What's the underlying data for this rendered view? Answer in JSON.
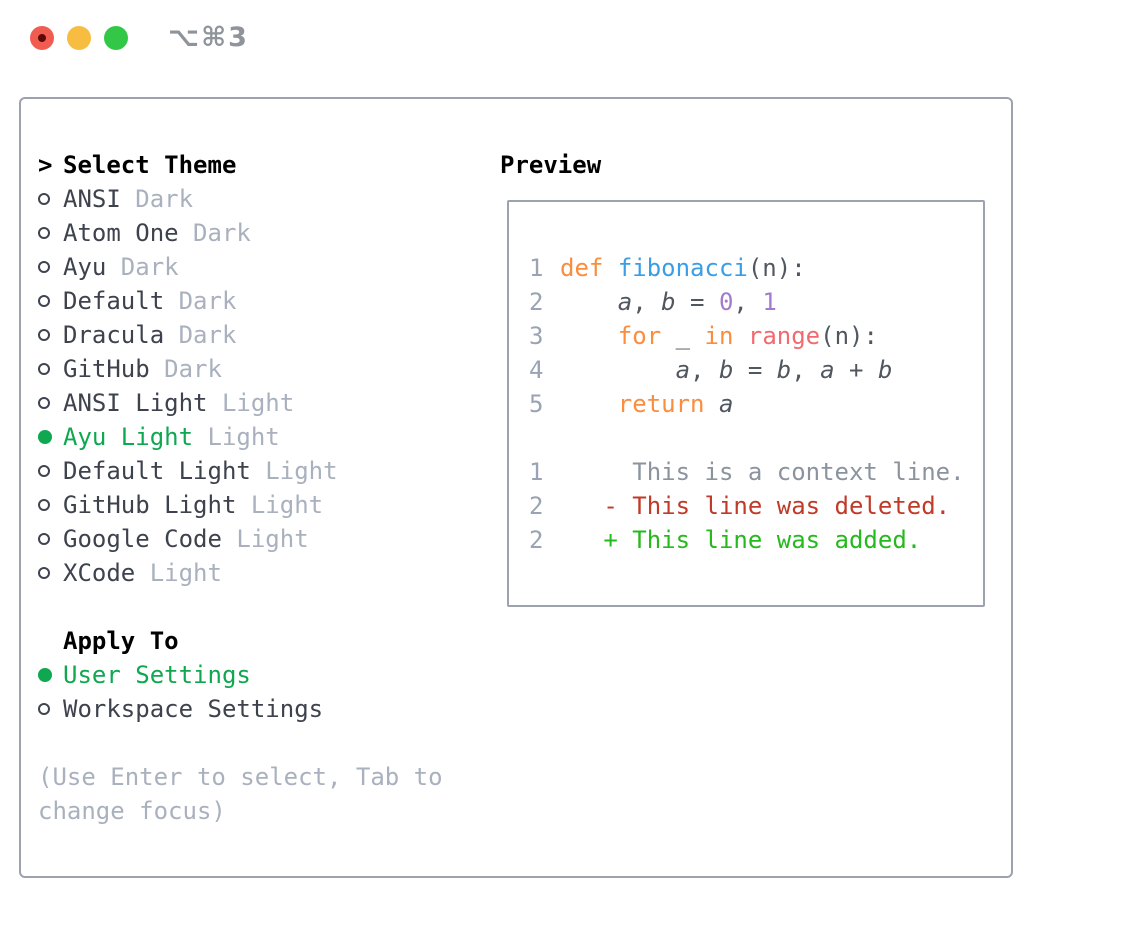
{
  "window": {
    "shortcut": "⌥⌘3",
    "traffic_lights": [
      "close",
      "minimize",
      "zoom"
    ]
  },
  "colors": {
    "panel_border": "#9ca3ae",
    "selected_green": "#0fa850",
    "added_green": "#26b91d",
    "deleted_red": "#c03a28",
    "muted_gray": "#a9b1be",
    "item_text": "#3d424d",
    "keyword_orange": "#fa8d3e",
    "function_blue": "#399ee6",
    "builtin_red": "#f2696f",
    "number_purple": "#a37acc",
    "traffic_red": "#f15c50",
    "traffic_yellow": "#f7bd40",
    "traffic_green": "#33c748"
  },
  "picker": {
    "header_prefix": ">",
    "header_label": "Select Theme",
    "items": [
      {
        "name": "ANSI",
        "variant": "Dark",
        "selected": false
      },
      {
        "name": "Atom One",
        "variant": "Dark",
        "selected": false
      },
      {
        "name": "Ayu",
        "variant": "Dark",
        "selected": false
      },
      {
        "name": "Default",
        "variant": "Dark",
        "selected": false
      },
      {
        "name": "Dracula",
        "variant": "Dark",
        "selected": false
      },
      {
        "name": "GitHub",
        "variant": "Dark",
        "selected": false
      },
      {
        "name": "ANSI Light",
        "variant": "Light",
        "selected": false
      },
      {
        "name": "Ayu Light",
        "variant": "Light",
        "selected": true
      },
      {
        "name": "Default Light",
        "variant": "Light",
        "selected": false
      },
      {
        "name": "GitHub Light",
        "variant": "Light",
        "selected": false
      },
      {
        "name": "Google Code",
        "variant": "Light",
        "selected": false
      },
      {
        "name": "XCode",
        "variant": "Light",
        "selected": false
      }
    ],
    "apply_to": {
      "label": "Apply To",
      "options": [
        {
          "label": "User Settings",
          "selected": true
        },
        {
          "label": "Workspace Settings",
          "selected": false
        }
      ]
    },
    "hint": "(Use Enter to select, Tab to change focus)"
  },
  "preview": {
    "label": "Preview",
    "code_lines": [
      {
        "no": "1",
        "tokens": [
          {
            "text": "def",
            "type": "keyword"
          },
          {
            "text": " ",
            "type": "plain"
          },
          {
            "text": "fibonacci",
            "type": "function"
          },
          {
            "text": "(n):",
            "type": "plain"
          }
        ]
      },
      {
        "no": "2",
        "tokens": [
          {
            "text": "    ",
            "type": "plain"
          },
          {
            "text": "a",
            "type": "variable"
          },
          {
            "text": ", ",
            "type": "plain"
          },
          {
            "text": "b",
            "type": "variable"
          },
          {
            "text": " = ",
            "type": "plain"
          },
          {
            "text": "0",
            "type": "number"
          },
          {
            "text": ", ",
            "type": "plain"
          },
          {
            "text": "1",
            "type": "number"
          }
        ]
      },
      {
        "no": "3",
        "tokens": [
          {
            "text": "    ",
            "type": "plain"
          },
          {
            "text": "for",
            "type": "keyword"
          },
          {
            "text": " _ ",
            "type": "plain"
          },
          {
            "text": "in",
            "type": "keyword"
          },
          {
            "text": " ",
            "type": "plain"
          },
          {
            "text": "range",
            "type": "builtin"
          },
          {
            "text": "(n):",
            "type": "plain"
          }
        ]
      },
      {
        "no": "4",
        "tokens": [
          {
            "text": "        ",
            "type": "plain"
          },
          {
            "text": "a",
            "type": "variable"
          },
          {
            "text": ", ",
            "type": "plain"
          },
          {
            "text": "b",
            "type": "variable"
          },
          {
            "text": " = ",
            "type": "plain"
          },
          {
            "text": "b",
            "type": "variable"
          },
          {
            "text": ", ",
            "type": "plain"
          },
          {
            "text": "a",
            "type": "variable"
          },
          {
            "text": " + ",
            "type": "plain"
          },
          {
            "text": "b",
            "type": "variable"
          }
        ]
      },
      {
        "no": "5",
        "tokens": [
          {
            "text": "    ",
            "type": "plain"
          },
          {
            "text": "return",
            "type": "keyword"
          },
          {
            "text": " ",
            "type": "plain"
          },
          {
            "text": "a",
            "type": "variable"
          }
        ]
      }
    ],
    "diff_lines": [
      {
        "no": "1",
        "text": "     This is a context line.",
        "type": "context"
      },
      {
        "no": "2",
        "text": "   - This line was deleted.",
        "type": "deleted"
      },
      {
        "no": "2",
        "text": "   + This line was added.",
        "type": "added"
      }
    ]
  }
}
